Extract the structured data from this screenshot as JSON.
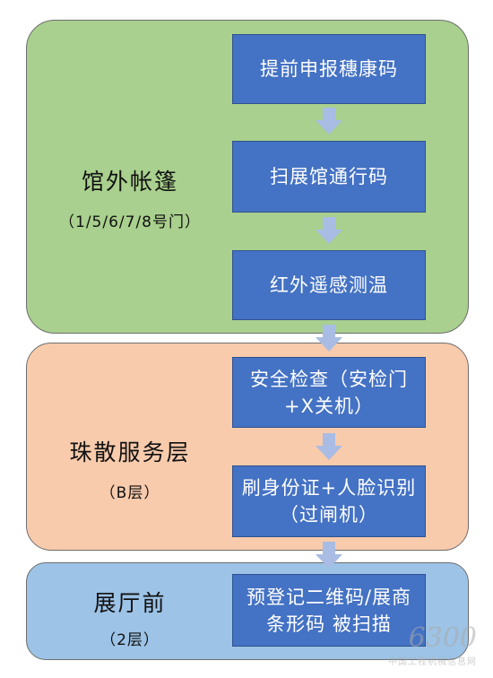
{
  "zones": [
    {
      "title": "馆外帐篷",
      "subtitle": "（1/5/6/7/8号门）",
      "color": "#a9d08e"
    },
    {
      "title": "珠散服务层",
      "subtitle": "（B层）",
      "color": "#f8cbad"
    },
    {
      "title": "展厅前",
      "subtitle": "（2层）",
      "color": "#9dc3e6"
    }
  ],
  "steps": [
    {
      "label": "提前申报穗康码"
    },
    {
      "label": "扫展馆通行码"
    },
    {
      "label": "红外遥感测温"
    },
    {
      "label": "安全检查（安检门+X关机）"
    },
    {
      "label": "刷身份证+人脸识别（过闸机）"
    },
    {
      "label": "预登记二维码/展商条形码 被扫描"
    }
  ],
  "colors": {
    "step_fill": "#4472c4",
    "arrow": "#a9bce3"
  },
  "watermark": {
    "logo": "6300",
    "text": "中国工程机械信息网"
  }
}
